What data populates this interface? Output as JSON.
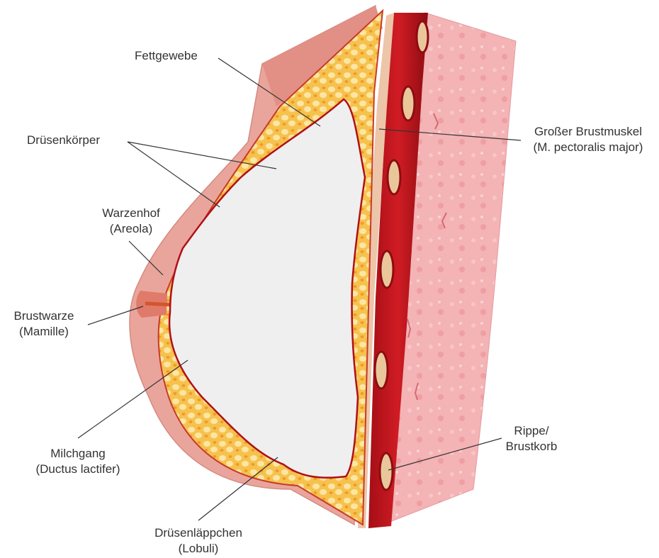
{
  "colors": {
    "skin": "#e9a59c",
    "skin_dark": "#d98b81",
    "fat": "#f5c04a",
    "fat_light": "#fbe29b",
    "muscle": "#c1121a",
    "muscle_dark": "#8e0c12",
    "chest_wall": "#f3b0b3",
    "rib": "#e9c79a",
    "void": "#efefef",
    "outline": "#b01018",
    "leader": "#333333"
  },
  "labels": {
    "fettgewebe": "Fettgewebe",
    "druesenkoerper": "Drüsenkörper",
    "warzenhof": "Warzenhof",
    "warzenhof_sub": "(Areola)",
    "brustwarze": "Brustwarze",
    "brustwarze_sub": "(Mamille)",
    "milchgang": "Milchgang",
    "milchgang_sub": "(Ductus lactifer)",
    "druesenlaeppchen": "Drüsenläppchen",
    "druesenlaeppchen_sub": "(Lobuli)",
    "brustmuskel": "Großer Brustmuskel",
    "brustmuskel_sub": "(M. pectoralis major)",
    "rippe": "Rippe/",
    "rippe_sub": "Brustkorb"
  }
}
